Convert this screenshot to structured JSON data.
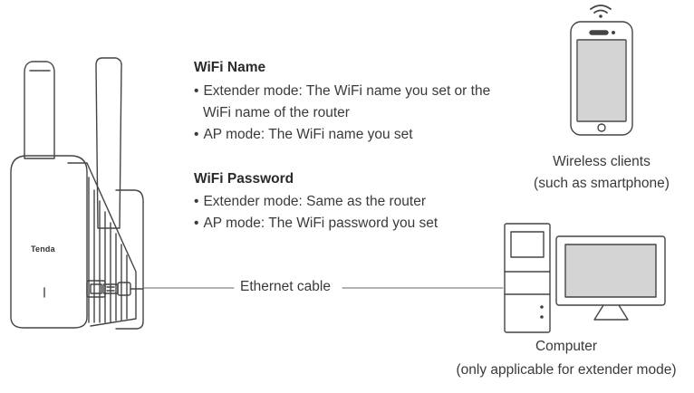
{
  "wifi_name": {
    "title": "WiFi Name",
    "items": [
      "Extender mode: The WiFi name you set or the",
      "WiFi name of the router",
      "AP mode: The WiFi name you set"
    ]
  },
  "wifi_password": {
    "title": "WiFi Password",
    "items": [
      "Extender mode: Same as the router",
      "AP mode: The WiFi password you set"
    ]
  },
  "ethernet_label": "Ethernet cable",
  "wireless": {
    "line1": "Wireless clients",
    "line2": "(such as smartphone)"
  },
  "computer": {
    "line1": "Computer",
    "line2": "(only applicable for extender mode)"
  },
  "device_brand": "Tenda"
}
